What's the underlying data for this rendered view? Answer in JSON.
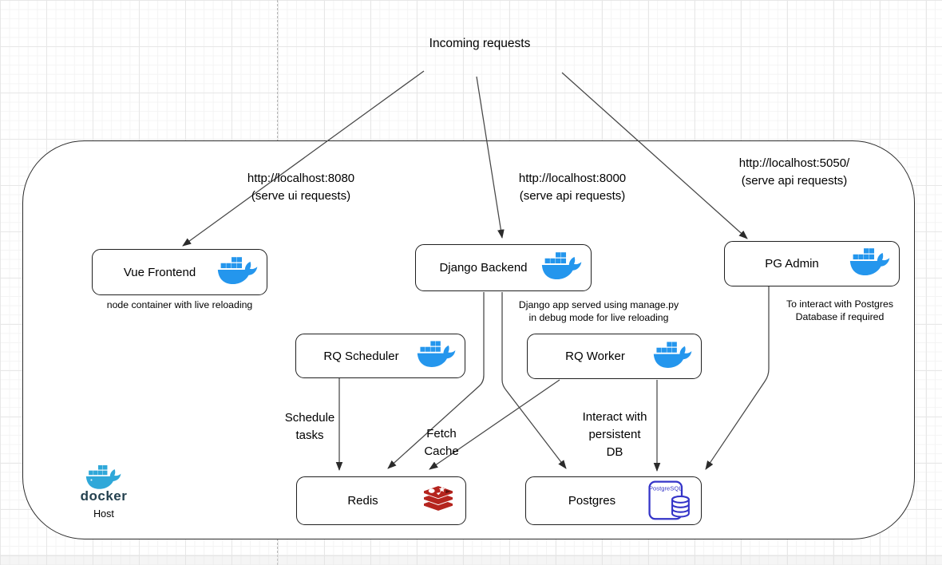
{
  "diagram_title": "Incoming requests",
  "colors": {
    "docker_blue": "#2496ED",
    "docker_host_teal": "#2FA8D9",
    "redis_red": "#B5241E",
    "postgres_blue": "#3434C8",
    "connector": "#464646"
  },
  "edge_labels": {
    "ui": {
      "line1": "http://localhost:8080",
      "line2": "(serve ui requests)"
    },
    "api": {
      "line1": "http://localhost:8000",
      "line2": "(serve api requests)"
    },
    "pg": {
      "line1": "http://localhost:5050/",
      "line2": "(serve api requests)"
    },
    "schedule": {
      "line1": "Schedule",
      "line2": "tasks"
    },
    "fetch": {
      "line1": "Fetch",
      "line2": "Cache"
    },
    "interact": {
      "line1": "Interact with",
      "line2": "persistent",
      "line3": "DB"
    }
  },
  "nodes": {
    "vue": {
      "label": "Vue Frontend",
      "icon": "docker-whale-icon",
      "caption": "node container with live reloading"
    },
    "django": {
      "label": "Django Backend",
      "icon": "docker-whale-icon",
      "caption_line1": "Django app served using manage.py",
      "caption_line2": "in debug mode for live reloading"
    },
    "pgadmin": {
      "label": "PG Admin",
      "icon": "docker-whale-icon",
      "caption_line1": "To interact with Postgres",
      "caption_line2": "Database if required"
    },
    "rq_scheduler": {
      "label": "RQ Scheduler",
      "icon": "docker-whale-icon"
    },
    "rq_worker": {
      "label": "RQ Worker",
      "icon": "docker-whale-icon"
    },
    "redis": {
      "label": "Redis",
      "icon": "redis-icon"
    },
    "postgres": {
      "label": "Postgres",
      "icon": "postgresql-icon",
      "icon_text": "PostgreSQL"
    }
  },
  "host": {
    "wordmark": "docker",
    "label": "Host",
    "icon": "docker-logo-icon"
  }
}
